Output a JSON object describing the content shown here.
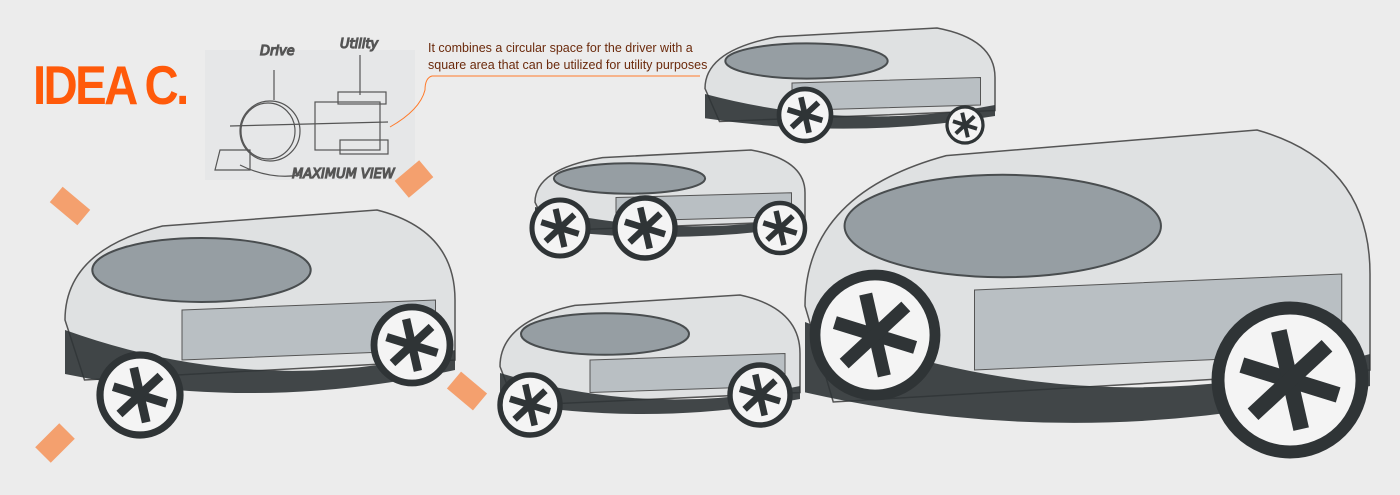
{
  "title": "IDEA C.",
  "annotation": {
    "line1": "It combines a circular space for the driver with a",
    "line2": "square area that can be utilized for utility purposes"
  },
  "sketch_labels": {
    "drive": "Drive",
    "utility": "Utility",
    "maximum_view": "MAXIMUM VIEW"
  },
  "colors": {
    "background": "#ececec",
    "accent": "#ff5a0a",
    "accent_shape": "#f4a06e",
    "annotation_text": "#6b2a0c",
    "marker": "#2f3436"
  }
}
